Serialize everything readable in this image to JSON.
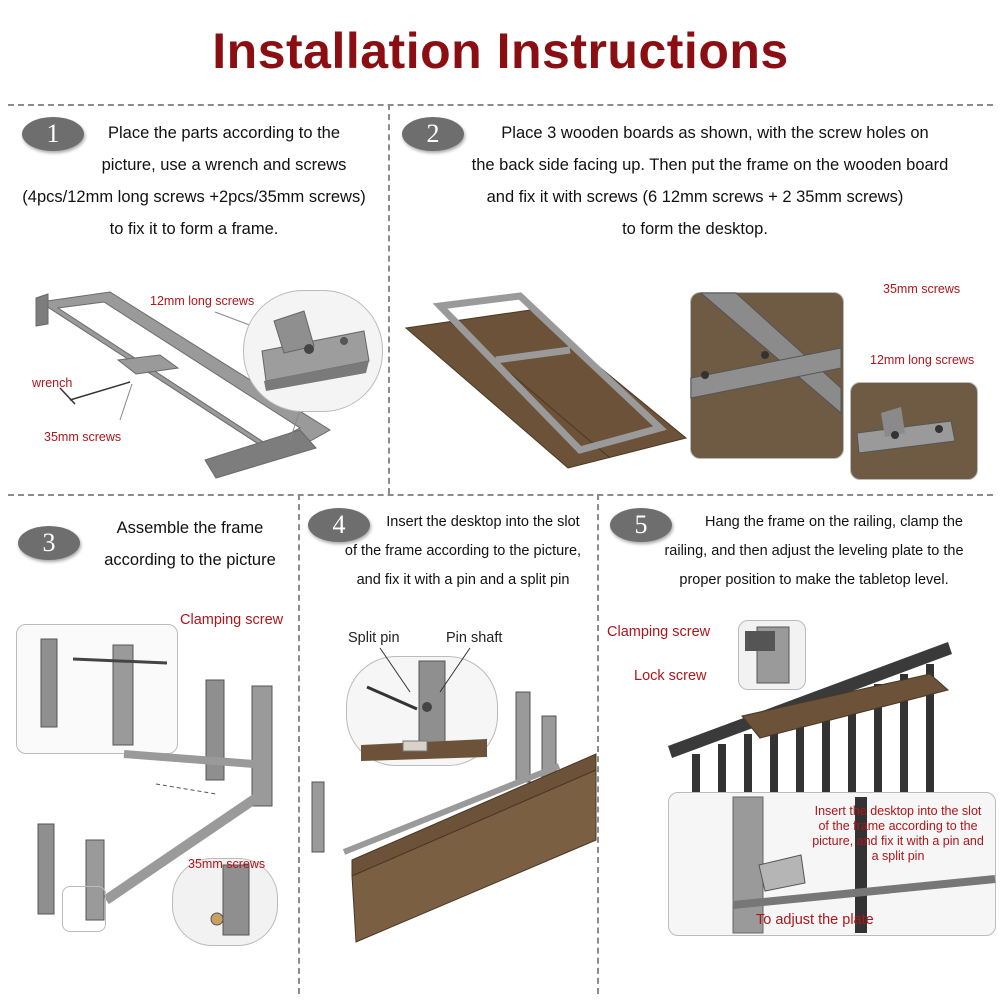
{
  "title": "Installation Instructions",
  "steps": [
    {
      "number": "1",
      "lines": [
        "Place the parts according to the",
        "picture, use a wrench and screws",
        "(4pcs/12mm long screws +2pcs/35mm screws)",
        "to fix it to form a frame."
      ],
      "labels": {
        "long_screws": "12mm long screws",
        "wrench": "wrench",
        "screws35": "35mm screws"
      }
    },
    {
      "number": "2",
      "lines": [
        "Place 3 wooden boards as shown, with the screw holes on",
        "the back side facing up. Then put the frame on the wooden board",
        "and fix it with screws (6 12mm screws + 2 35mm screws)",
        "to form the desktop."
      ],
      "labels": {
        "screws35": "35mm screws",
        "long_screws": "12mm long screws"
      }
    },
    {
      "number": "3",
      "lines": [
        "Assemble the frame",
        "according to the picture"
      ],
      "labels": {
        "clamping": "Clamping screw",
        "screws35": "35mm screws"
      }
    },
    {
      "number": "4",
      "lines": [
        "Insert the desktop into the slot",
        "of the frame according to the picture,",
        "and fix it with a pin and a split pin"
      ],
      "labels": {
        "split_pin": "Split pin",
        "pin_shaft": "Pin shaft"
      }
    },
    {
      "number": "5",
      "lines": [
        "Hang the frame on the railing, clamp the",
        "railing, and then adjust the leveling plate to the",
        "proper position to make the tabletop level."
      ],
      "labels": {
        "clamping": "Clamping screw",
        "lock": "Lock screw",
        "adjust": "To adjust the plate"
      },
      "note": [
        "Insert the desktop into the slot",
        "of the frame according to the",
        "picture, and fix it with a pin and",
        "a split pin"
      ]
    }
  ],
  "colors": {
    "title": "#8b0f12",
    "label": "#b0151a",
    "wood": "#6b5238",
    "frame": "#8a8a8a"
  }
}
